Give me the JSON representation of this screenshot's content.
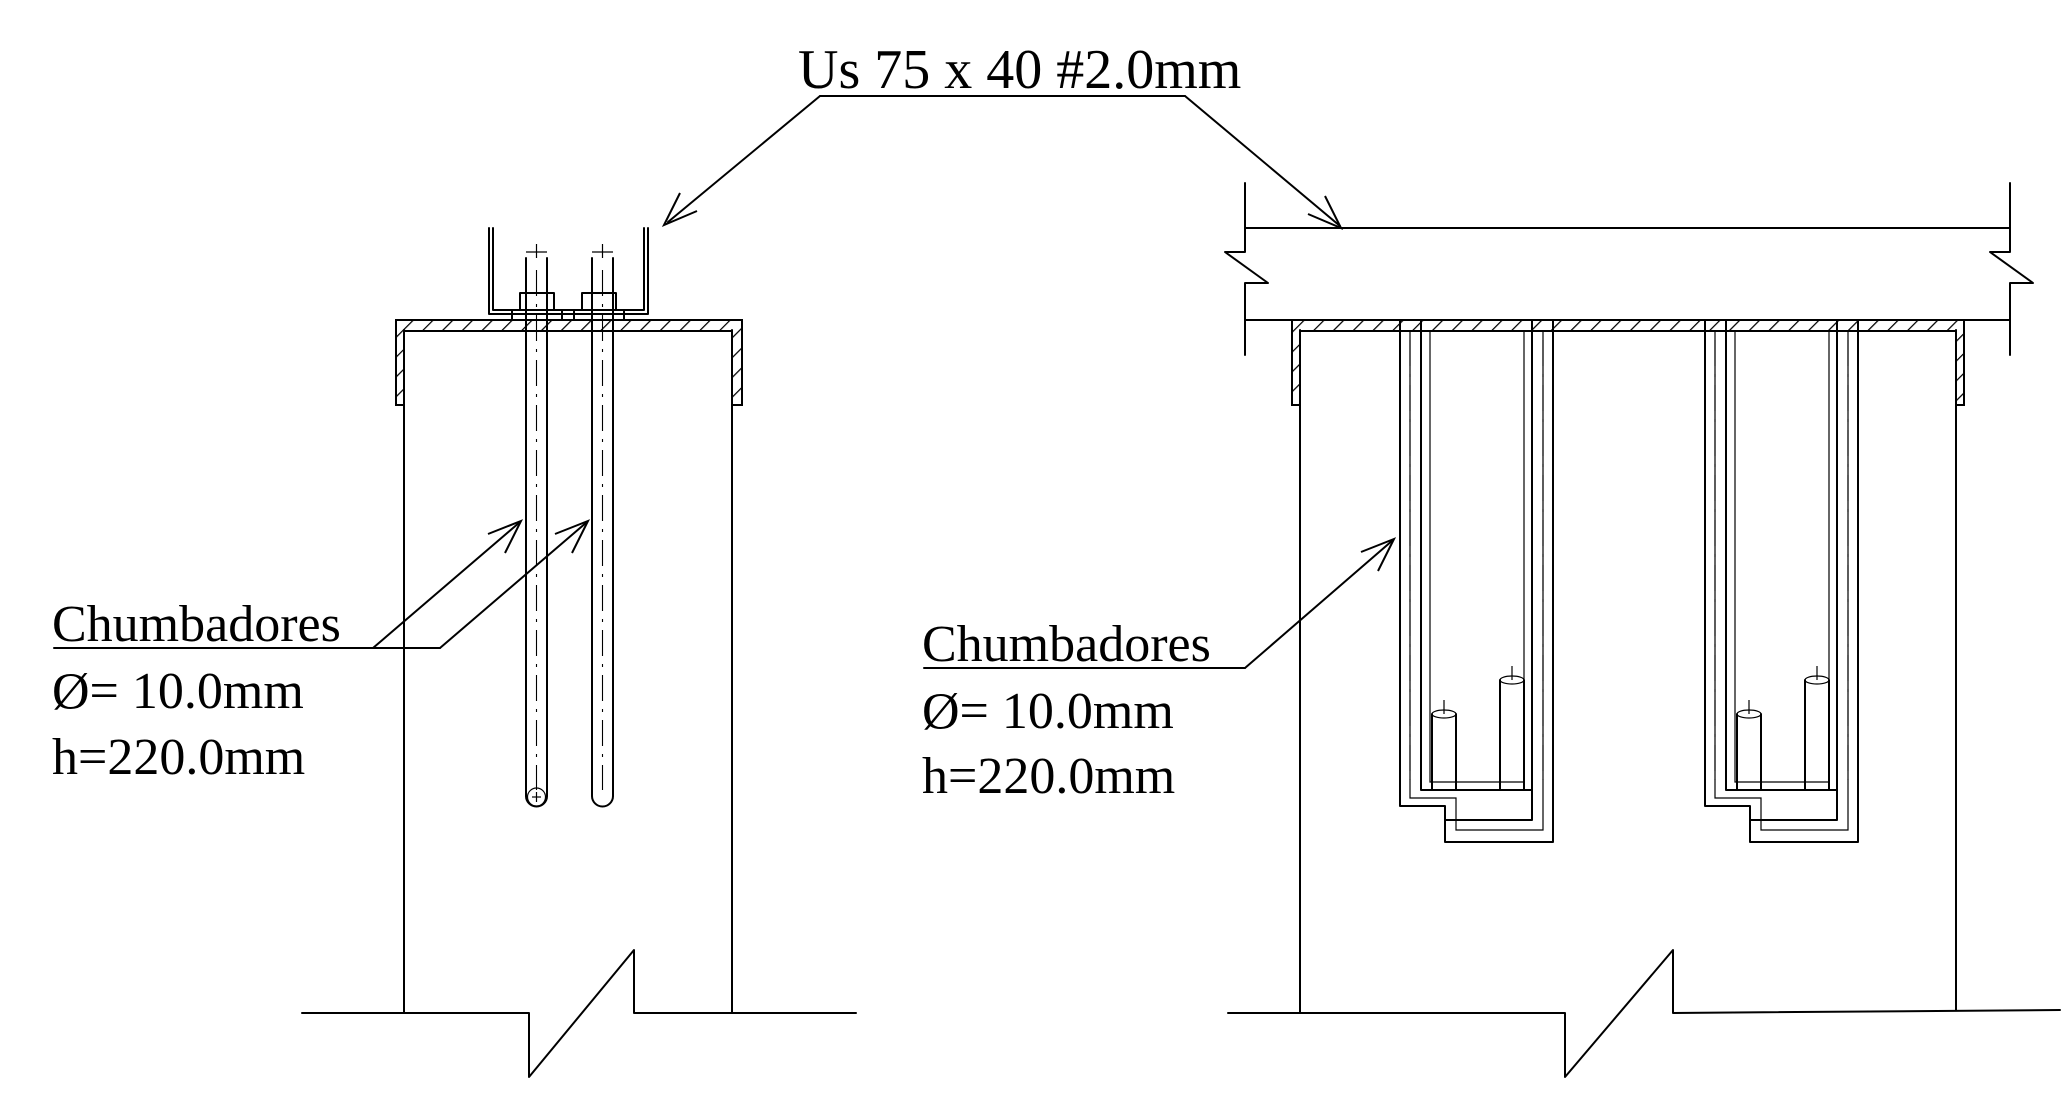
{
  "profile_label": "Us 75 x 40 #2.0mm",
  "left_detail": {
    "anchor_label": "Chumbadores",
    "diameter_label": "Ø= 10.0mm",
    "height_label": "h=220.0mm"
  },
  "right_detail": {
    "anchor_label": "Chumbadores",
    "diameter_label": "Ø= 10.0mm",
    "height_label": "h=220.0mm"
  }
}
